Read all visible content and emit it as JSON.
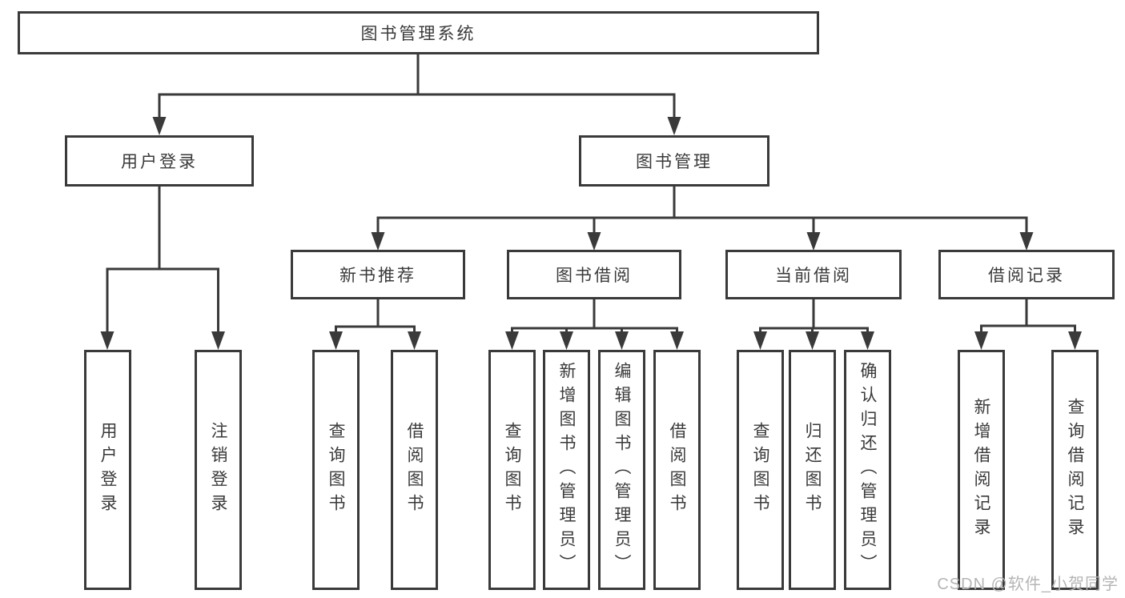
{
  "diagram": {
    "root": "图书管理系统",
    "branches": [
      {
        "label": "用户登录",
        "children": [
          {
            "label": "用户登录"
          },
          {
            "label": "注销登录"
          }
        ]
      },
      {
        "label": "图书管理",
        "children": [
          {
            "label": "新书推荐",
            "children": [
              {
                "label": "查询图书"
              },
              {
                "label": "借阅图书"
              }
            ]
          },
          {
            "label": "图书借阅",
            "children": [
              {
                "label": "查询图书"
              },
              {
                "label": "新增图书（管理员）"
              },
              {
                "label": "编辑图书（管理员）"
              },
              {
                "label": "借阅图书"
              }
            ]
          },
          {
            "label": "当前借阅",
            "children": [
              {
                "label": "查询图书"
              },
              {
                "label": "归还图书"
              },
              {
                "label": "确认归还（管理员）"
              }
            ]
          },
          {
            "label": "借阅记录",
            "children": [
              {
                "label": "新增借阅记录"
              },
              {
                "label": "查询借阅记录"
              }
            ]
          }
        ]
      }
    ]
  },
  "watermark": "CSDN @软件_小贺同学",
  "colors": {
    "line": "#3a3a3a",
    "node_text": "#3a3a3a",
    "watermark": "#b5b5b5",
    "background": "#ffffff"
  }
}
